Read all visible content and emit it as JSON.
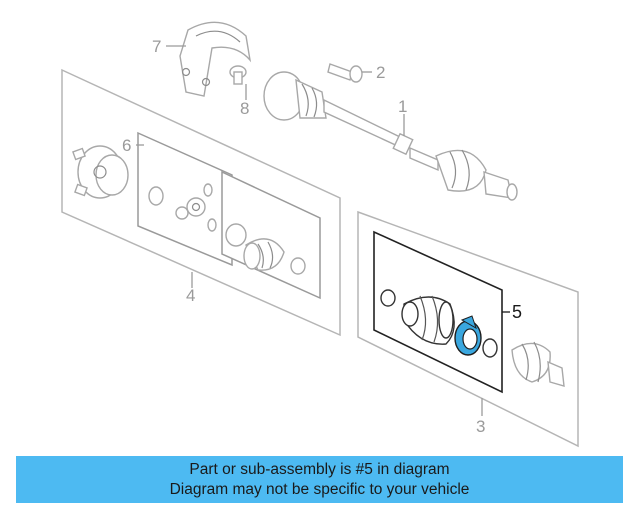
{
  "diagram": {
    "callouts": {
      "c1": "1",
      "c2": "2",
      "c3": "3",
      "c4": "4",
      "c5": "5",
      "c6": "6",
      "c7": "7",
      "c8": "8"
    },
    "highlight_color": "#3aa7df",
    "highlighted_callout": "5"
  },
  "banner": {
    "line1": "Part or sub-assembly is #5 in diagram",
    "line2": "Diagram may not be specific to your vehicle",
    "background": "#4dbaf2"
  }
}
